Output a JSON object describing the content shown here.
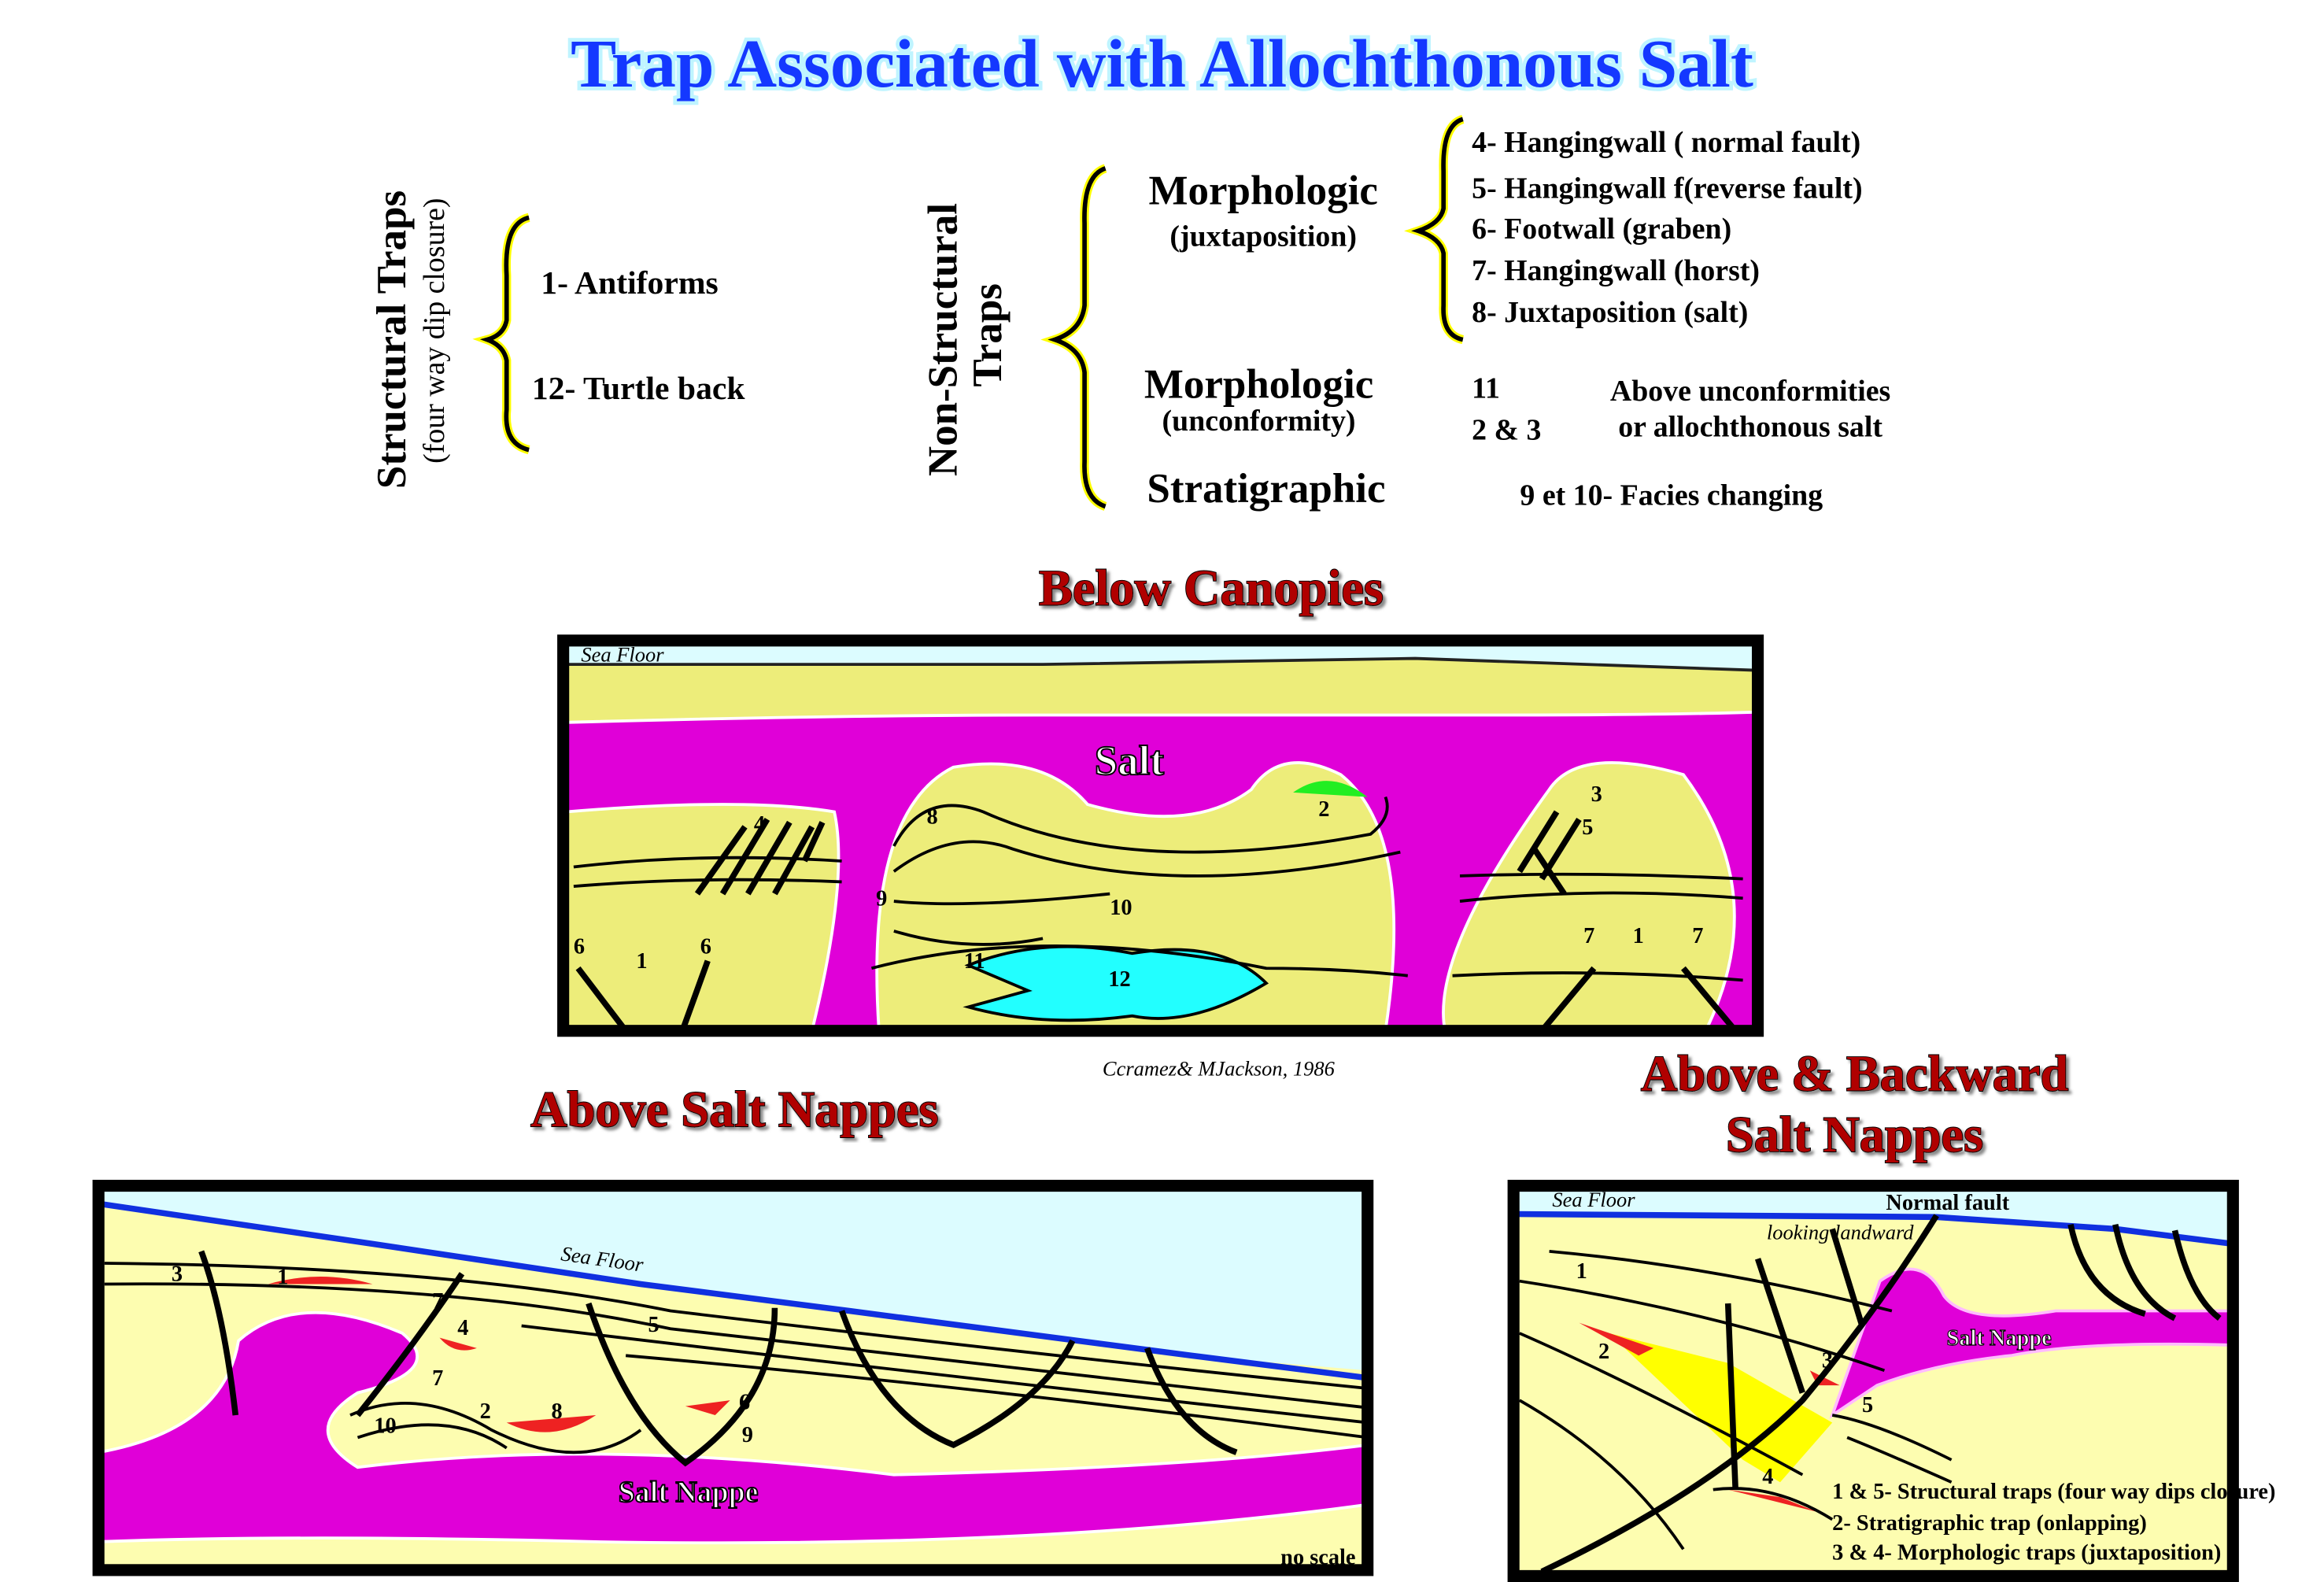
{
  "title": "Trap Associated with Allochthonous Salt",
  "structural": {
    "heading": "Structural Traps",
    "subheading": "(four way dip closure)",
    "items": [
      "1- Antiforms",
      "12- Turtle back"
    ]
  },
  "non_structural": {
    "heading_line1": "Non-Structural",
    "heading_line2": "Traps",
    "morph_juxt": {
      "label": "Morphologic",
      "sub": "(juxtaposition)",
      "items": [
        "4- Hangingwall ( normal fault)",
        "5- Hangingwall f(reverse fault)",
        "6- Footwall (graben)",
        "7- Hangingwall (horst)",
        "8- Juxtaposition (salt)"
      ]
    },
    "morph_unconf": {
      "label": "Morphologic",
      "sub": "(unconformity)",
      "num1": "11",
      "num2": "2 & 3",
      "desc1": "Above unconformities",
      "desc2": "or allochthonous salt"
    },
    "strat": {
      "label": "Stratigraphic",
      "item": "9 et 10- Facies changing"
    }
  },
  "below_canopies": {
    "heading": "Below Canopies",
    "sea_floor": "Sea Floor",
    "salt": "Salt",
    "labels": [
      "4",
      "2",
      "8",
      "9",
      "10",
      "3",
      "5",
      "6",
      "1",
      "6",
      "11",
      "12",
      "7",
      "1",
      "7"
    ],
    "credit": "Ccramez& MJackson, 1986"
  },
  "above_salt_nappes": {
    "heading": "Above Salt Nappes",
    "sea_floor": "Sea Floor",
    "salt": "Salt Nappe",
    "note": "no scale",
    "labels": [
      "3",
      "1",
      "7",
      "4",
      "5",
      "7",
      "10",
      "2",
      "8",
      "6",
      "9"
    ]
  },
  "above_backward": {
    "heading_line1": "Above & Backward",
    "heading_line2": "Salt Nappes",
    "sea_floor": "Sea Floor",
    "normal_fault": "Normal fault",
    "looking": "looking landward",
    "salt": "Salt Nappe",
    "labels": [
      "1",
      "2",
      "3",
      "4",
      "5"
    ],
    "legend": [
      "1 & 5- Structural traps (four way dips closure)",
      "2- Stratigraphic trap (onlapping)",
      "3 & 4- Morphologic traps (juxtaposition)"
    ]
  },
  "colors": {
    "title": "#1438ff",
    "section": "#b00000",
    "salt": "#e000d8",
    "sediment": "#eded7a",
    "sea": "#dcfcff",
    "hydrocarbon_green": "#22ee22",
    "hydrocarbon_red": "#ee2222",
    "water": "#22ffff"
  }
}
